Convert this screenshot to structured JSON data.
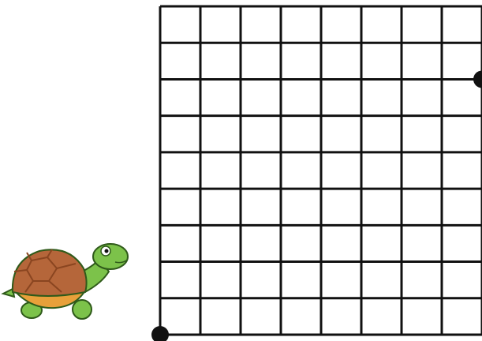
{
  "grid": {
    "columns": 8,
    "rows": 9,
    "line_color": "#111111"
  },
  "points": [
    {
      "id": "start",
      "col": 0,
      "row": 0,
      "color": "#111111"
    },
    {
      "id": "end",
      "col": 8,
      "row": 7,
      "color": "#111111"
    }
  ],
  "turtle": {
    "icon": "turtle-icon",
    "shell_color": "#b5663a",
    "shell_pattern_color": "#8a4520",
    "body_color": "#7cc24a",
    "rim_color": "#e8a03a"
  }
}
